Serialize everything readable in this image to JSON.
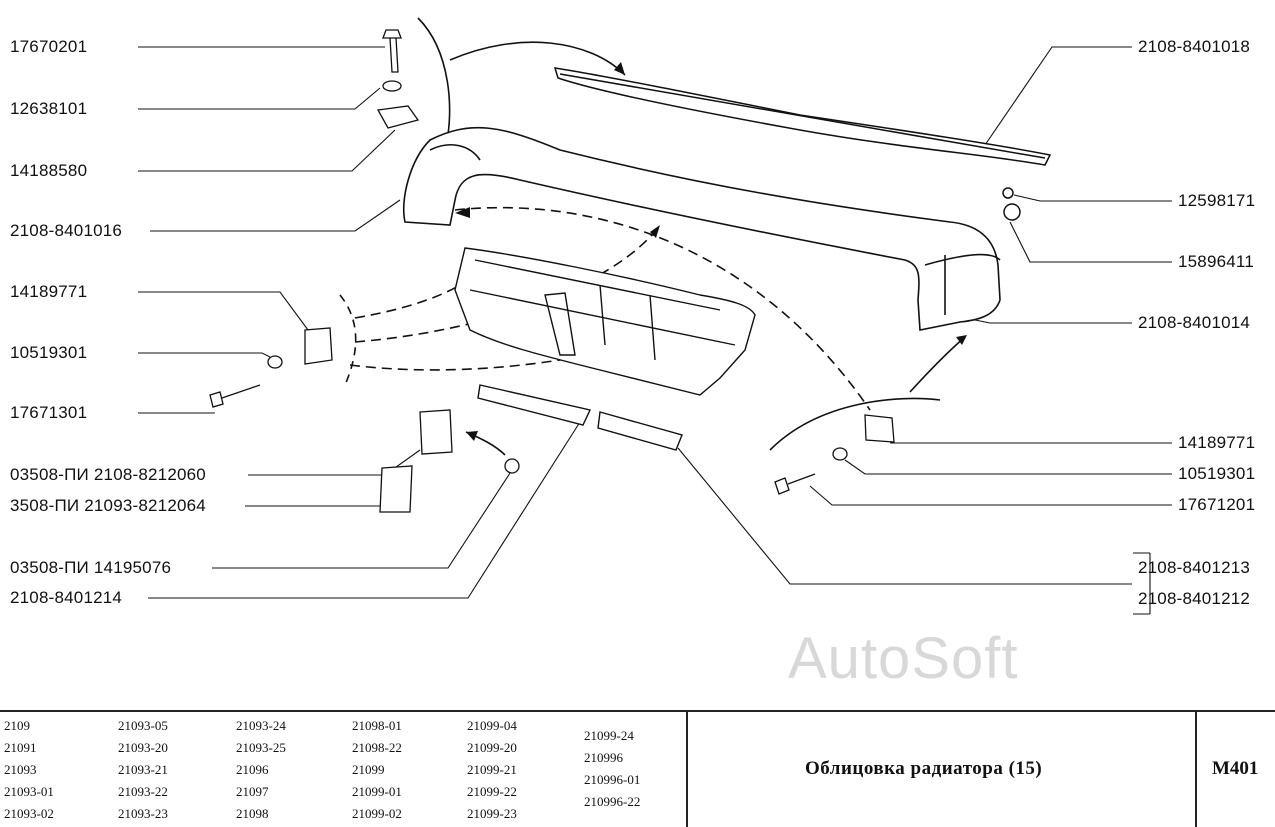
{
  "left_labels": [
    "17670201",
    "12638101",
    "14188580",
    "2108-8401016",
    "14189771",
    "10519301",
    "17671301",
    "03508-ПИ  2108-8212060",
    "3508-ПИ  21093-8212064",
    "03508-ПИ  14195076",
    "2108-8401214"
  ],
  "right_labels": [
    "2108-8401018",
    "12598171",
    "15896411",
    "2108-8401014",
    "14189771",
    "10519301",
    "17671201",
    "2108-8401213",
    "2108-8401212"
  ],
  "watermark": "AutoSoft",
  "models": [
    [
      "2109",
      "21091",
      "21093",
      "21093-01",
      "21093-02"
    ],
    [
      "21093-05",
      "21093-20",
      "21093-21",
      "21093-22",
      "21093-23"
    ],
    [
      "21093-24",
      "21093-25",
      "21096",
      "21097",
      "21098"
    ],
    [
      "21098-01",
      "21098-22",
      "21099",
      "21099-01",
      "21099-02"
    ],
    [
      "21099-04",
      "21099-20",
      "21099-21",
      "21099-22",
      "21099-23"
    ],
    [
      "21099-24",
      "210996",
      "210996-01",
      "210996-22"
    ]
  ],
  "title": "Облицовка радиатора (15)",
  "code": "M401"
}
